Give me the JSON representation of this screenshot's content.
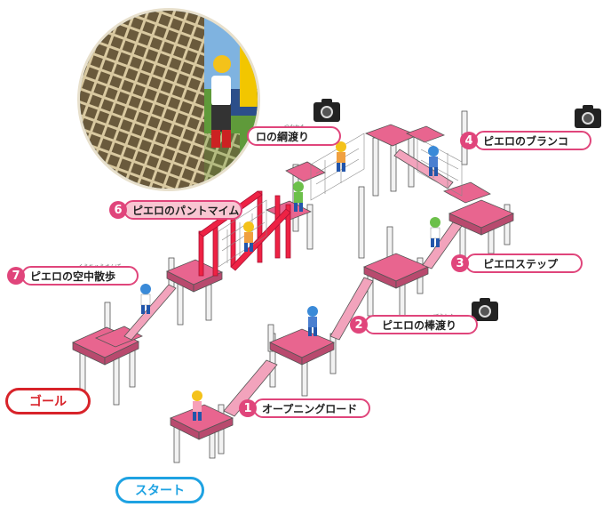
{
  "stations": [
    {
      "num": "1",
      "label": "オープニングロード",
      "ruby": ""
    },
    {
      "num": "2",
      "label": "ピエロの棒渡り",
      "ruby": "ぼうわた"
    },
    {
      "num": "3",
      "label": "ピエロステップ",
      "ruby": ""
    },
    {
      "num": "4",
      "label": "ピエロのブランコ",
      "ruby": ""
    },
    {
      "num": "",
      "label": "ロの綱渡り",
      "ruby": "つなわた"
    },
    {
      "num": "6",
      "label": "ピエロのパントマイム",
      "ruby": ""
    },
    {
      "num": "7",
      "label": "ピエロの空中散歩",
      "ruby": "くうちゅうさんぽ"
    }
  ],
  "goal": "ゴール",
  "start": "スタート",
  "icons": [
    "camera-icon",
    "camera-icon",
    "camera-icon"
  ],
  "colors": {
    "accent": "#e0457b",
    "deck": "#e8658f",
    "deck_red": "#ee2244",
    "goal": "#d8232a",
    "start": "#1ea2e2"
  }
}
